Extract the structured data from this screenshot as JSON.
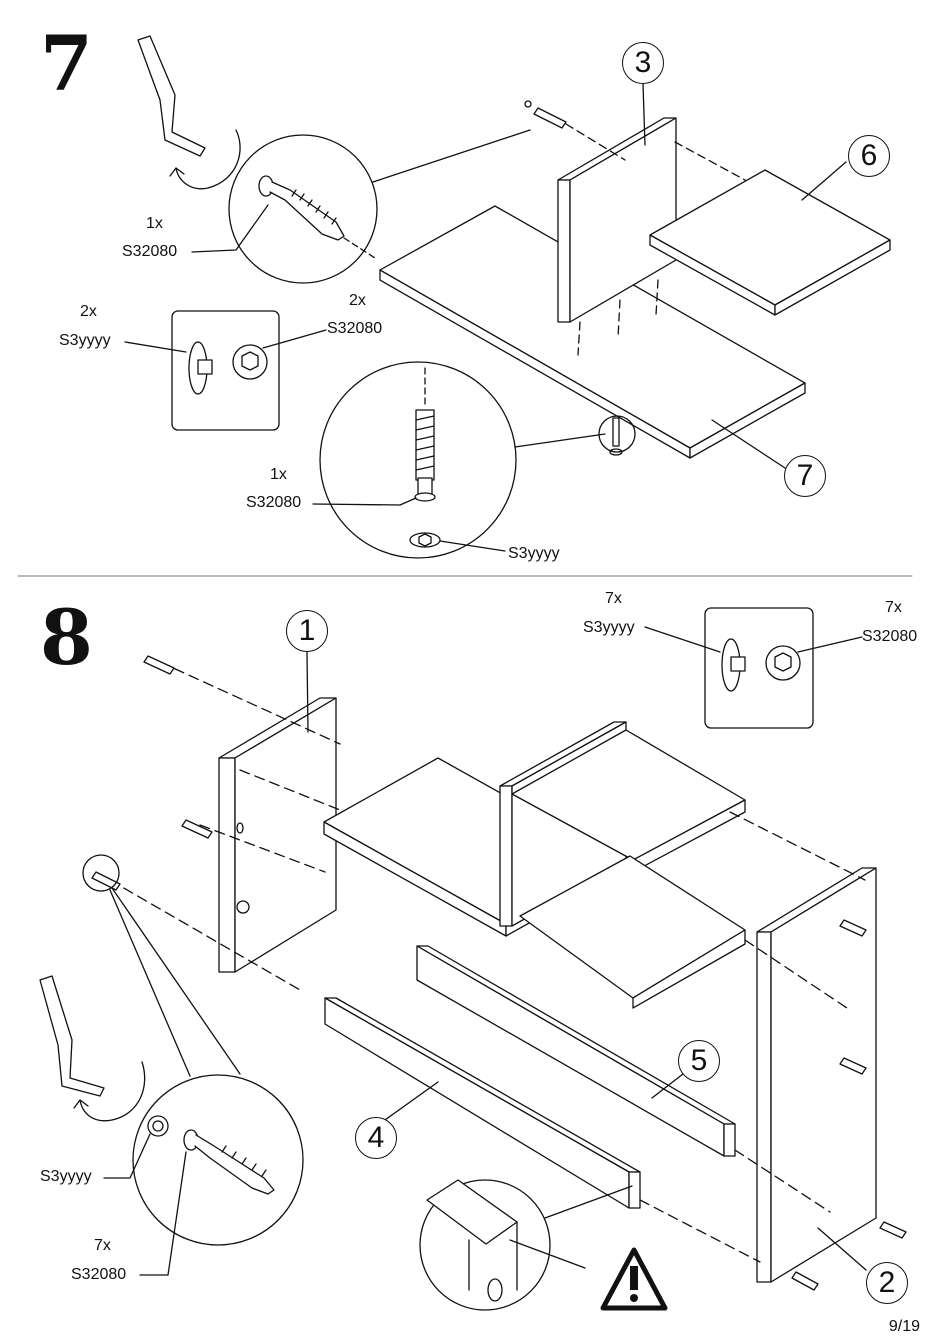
{
  "steps": [
    {
      "number": "7",
      "hardware": [
        {
          "qty": "1x",
          "code": "S32080"
        },
        {
          "qty": "2x",
          "code": "S3yyyy"
        },
        {
          "qty": "2x",
          "code": "S32080"
        },
        {
          "qty": "1x",
          "code": "S32080"
        },
        {
          "qty": "",
          "code": "S3yyyy"
        }
      ],
      "part_numbers": [
        "3",
        "6",
        "7"
      ]
    },
    {
      "number": "8",
      "hardware": [
        {
          "qty": "7x",
          "code": "S3yyyy"
        },
        {
          "qty": "7x",
          "code": "S32080"
        },
        {
          "qty": "",
          "code": "S3yyyy"
        },
        {
          "qty": "7x",
          "code": "S32080"
        }
      ],
      "part_numbers": [
        "1",
        "5",
        "4",
        "2"
      ]
    }
  ],
  "page": "9/19"
}
